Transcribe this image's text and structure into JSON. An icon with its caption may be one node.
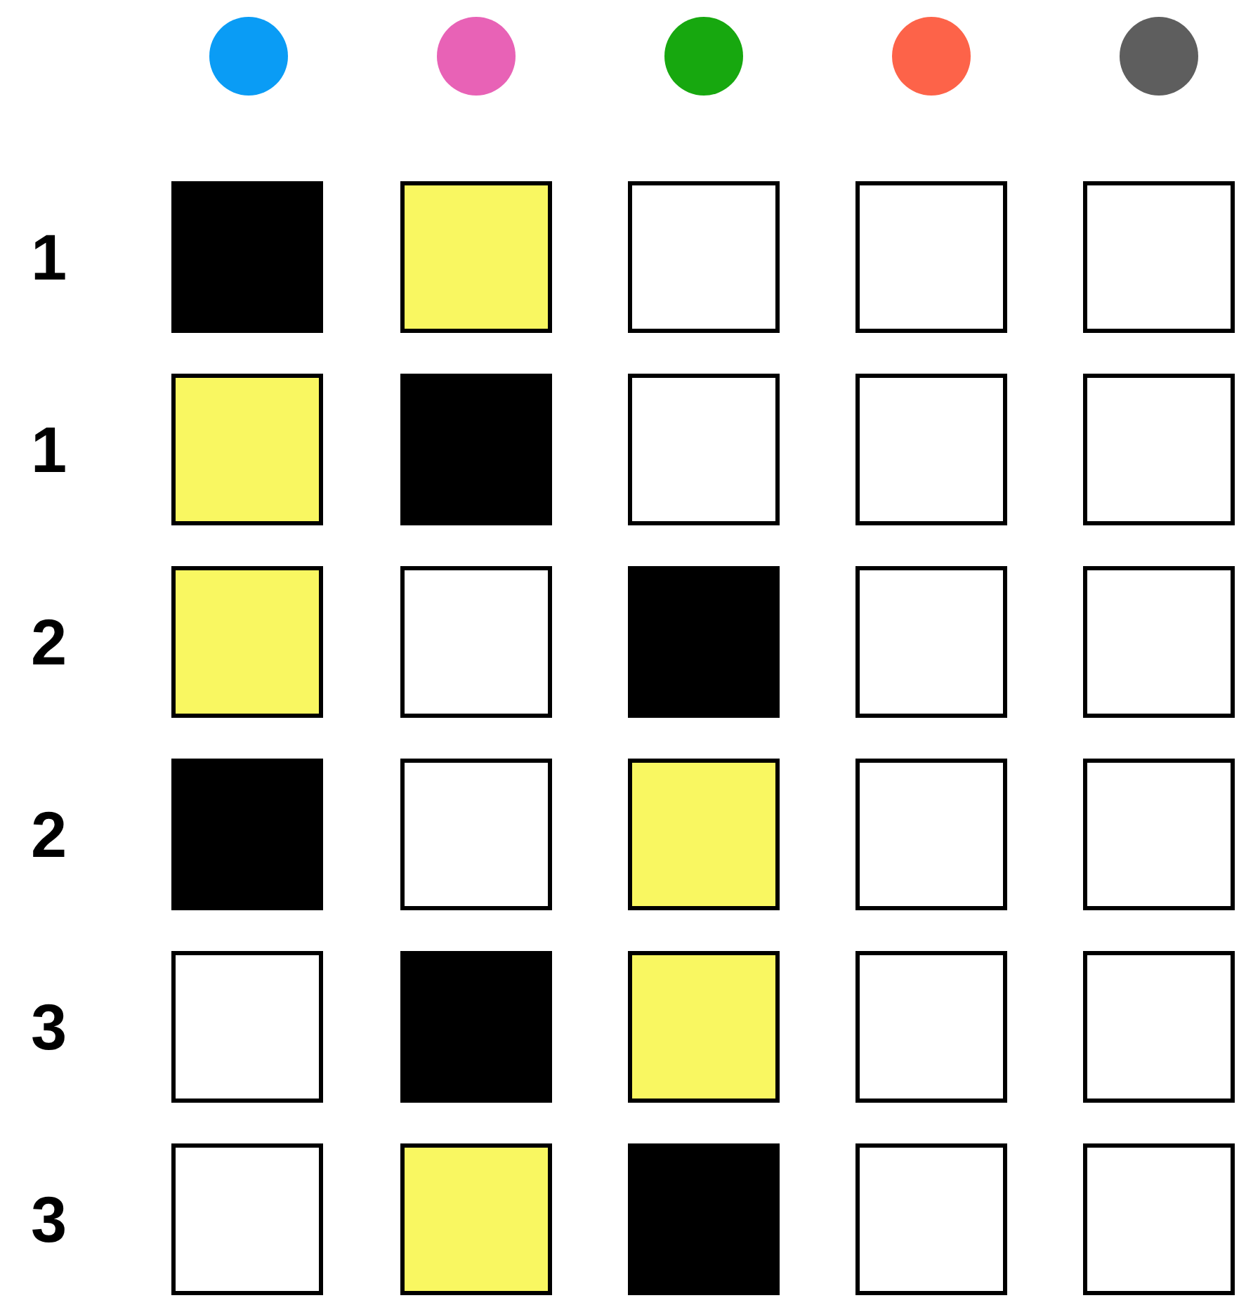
{
  "diagram": {
    "labels": [
      "1",
      "1",
      "2",
      "2",
      "3",
      "3"
    ]
  }
}
